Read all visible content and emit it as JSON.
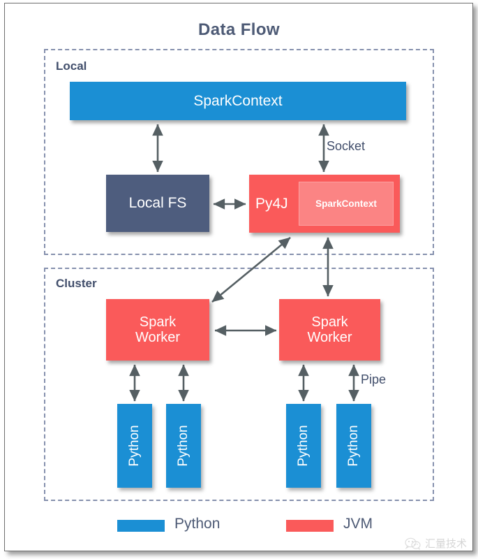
{
  "title": "Data Flow",
  "groups": [
    {
      "label": "Local"
    },
    {
      "label": "Cluster"
    }
  ],
  "nodes": {
    "spark_context_top": "SparkContext",
    "local_fs": "Local FS",
    "py4j": "Py4J",
    "py4j_inner": "SparkContext",
    "worker_left": "Spark\nWorker",
    "worker_left_line1": "Spark",
    "worker_left_line2": "Worker",
    "worker_right_line1": "Spark",
    "worker_right_line2": "Worker",
    "python_1": "Python",
    "python_2": "Python",
    "python_3": "Python",
    "python_4": "Python"
  },
  "edge_labels": {
    "socket": "Socket",
    "pipe": "Pipe"
  },
  "legend": [
    {
      "label": "Python",
      "color": "#1b8fd4"
    },
    {
      "label": "JVM",
      "color": "#fa5a5a"
    }
  ],
  "watermark": {
    "icon": "wechat-icon",
    "text": "汇量技术"
  },
  "colors": {
    "python_blue": "#1b8fd4",
    "jvm_red": "#fa5a5a",
    "jvm_red_light": "#fb8484",
    "slate": "#4e5d7e",
    "text_dark": "#4d5a75",
    "dash_border": "#8590ad",
    "arrow": "#555f63"
  }
}
